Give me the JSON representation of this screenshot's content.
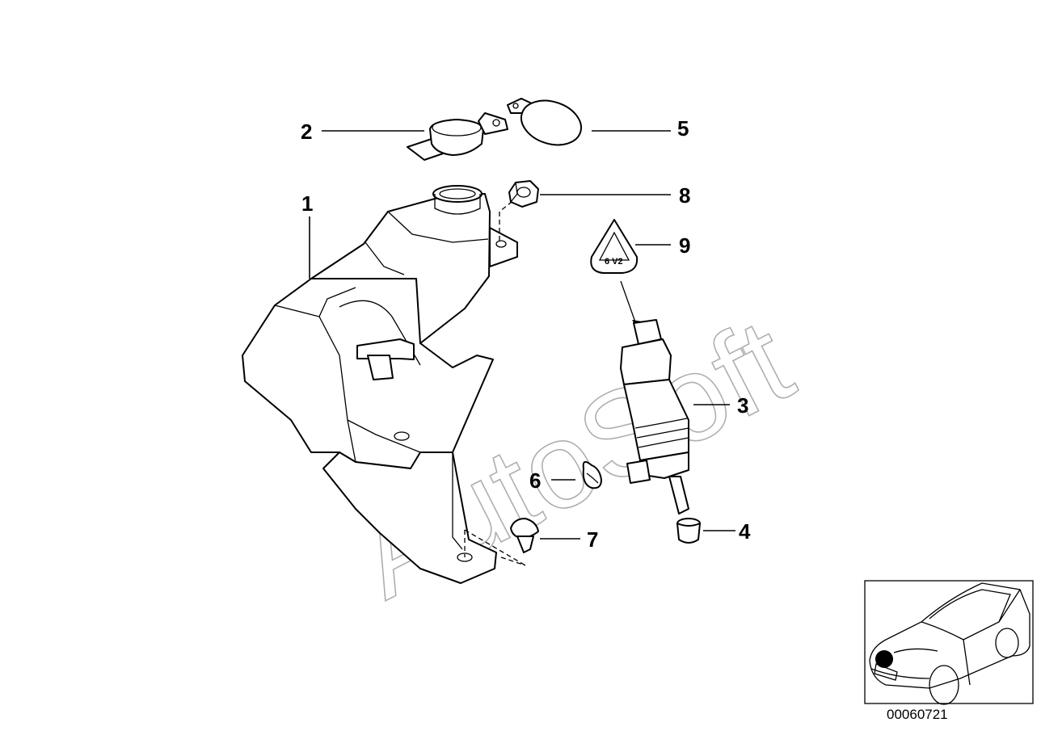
{
  "watermark": "AutoSoft",
  "document_number": "00060721",
  "callouts": {
    "c1": "1",
    "c2": "2",
    "c3": "3",
    "c4": "4",
    "c5": "5",
    "c6": "6",
    "c7": "7",
    "c8": "8",
    "c9": "9"
  },
  "colors": {
    "line": "#000000",
    "watermark": "#9a9a9a",
    "marker": "#000000"
  }
}
